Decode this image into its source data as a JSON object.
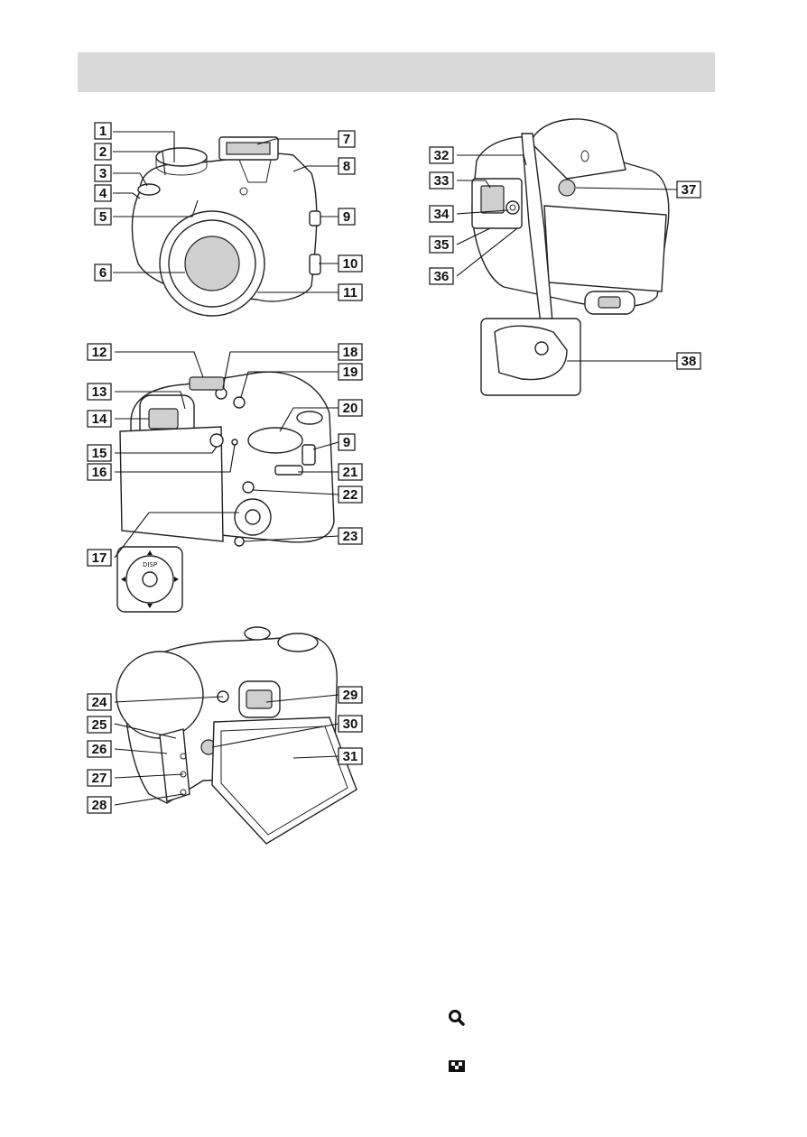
{
  "labels": {
    "front": [
      "1",
      "2",
      "3",
      "4",
      "5",
      "6",
      "7",
      "8",
      "9",
      "10",
      "11"
    ],
    "back": [
      "12",
      "13",
      "14",
      "15",
      "16",
      "17",
      "18",
      "19",
      "20",
      "9",
      "21",
      "22",
      "23"
    ],
    "side": [
      "24",
      "25",
      "26",
      "27",
      "28",
      "29",
      "30",
      "31"
    ],
    "bottom": [
      "32",
      "33",
      "34",
      "35",
      "36",
      "37",
      "38"
    ]
  },
  "control_wheel": {
    "disp": "DISP"
  },
  "icons": {
    "zoom": "magnifier-icon",
    "index": "checkerboard-index-icon"
  }
}
